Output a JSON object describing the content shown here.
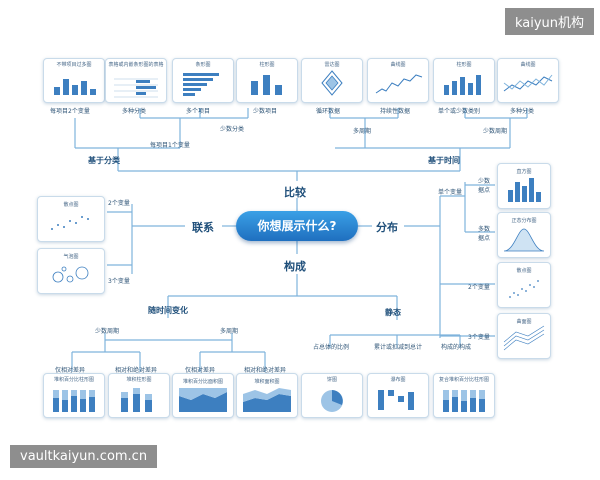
{
  "watermarks": {
    "top_right": "kaiyun机构",
    "bottom_left": "vaultkaiyun.com.cn"
  },
  "center": "你想展示什么?",
  "branches": {
    "compare": "比较",
    "relation": "联系",
    "distribution": "分布",
    "composition": "构成"
  },
  "compare": {
    "by_category": "基于分类",
    "by_time": "基于时间",
    "cat_cards": [
      "不带项目过多图",
      "表格或内嵌条形图的表格",
      "条形图",
      "柱形图"
    ],
    "cat_labels": [
      "每项目2个变量",
      "多种分类",
      "多个项目",
      "少数项目"
    ],
    "cat_sub": [
      "每项目1个变量",
      "少数分类"
    ],
    "time_cards": [
      "雷达图",
      "曲线图",
      "柱形图",
      "曲线图"
    ],
    "time_labels": [
      "循环数据",
      "持续性数据",
      "单个或少数类别",
      "多种分类"
    ],
    "time_sub": [
      "多周期",
      "少数周期"
    ]
  },
  "relation": {
    "cards": [
      "散点图",
      "气泡图"
    ],
    "labels": [
      "2个变量",
      "3个变量"
    ]
  },
  "distribution": {
    "single": "单个变量",
    "few": "少数据点",
    "many": "多数据点",
    "two": "2个变量",
    "three": "3个变量",
    "cards": [
      "直方图",
      "正态分布图",
      "散点图",
      "曲面图"
    ]
  },
  "composition": {
    "over_time": "随时间变化",
    "static": "静态",
    "few_periods": "少数周期",
    "many_periods": "多周期",
    "row_labels": [
      "仅相对差异",
      "相对和绝对差异",
      "仅相对差异",
      "相对和绝对差异",
      "占总体的比例",
      "累计或扣减到总计",
      "构成的构成"
    ],
    "cards": [
      "堆积百分比柱形图",
      "堆积柱形图",
      "堆积百分比面积图",
      "堆积面积图",
      "饼图",
      "瀑布图",
      "复合堆积百分比柱形图"
    ]
  }
}
